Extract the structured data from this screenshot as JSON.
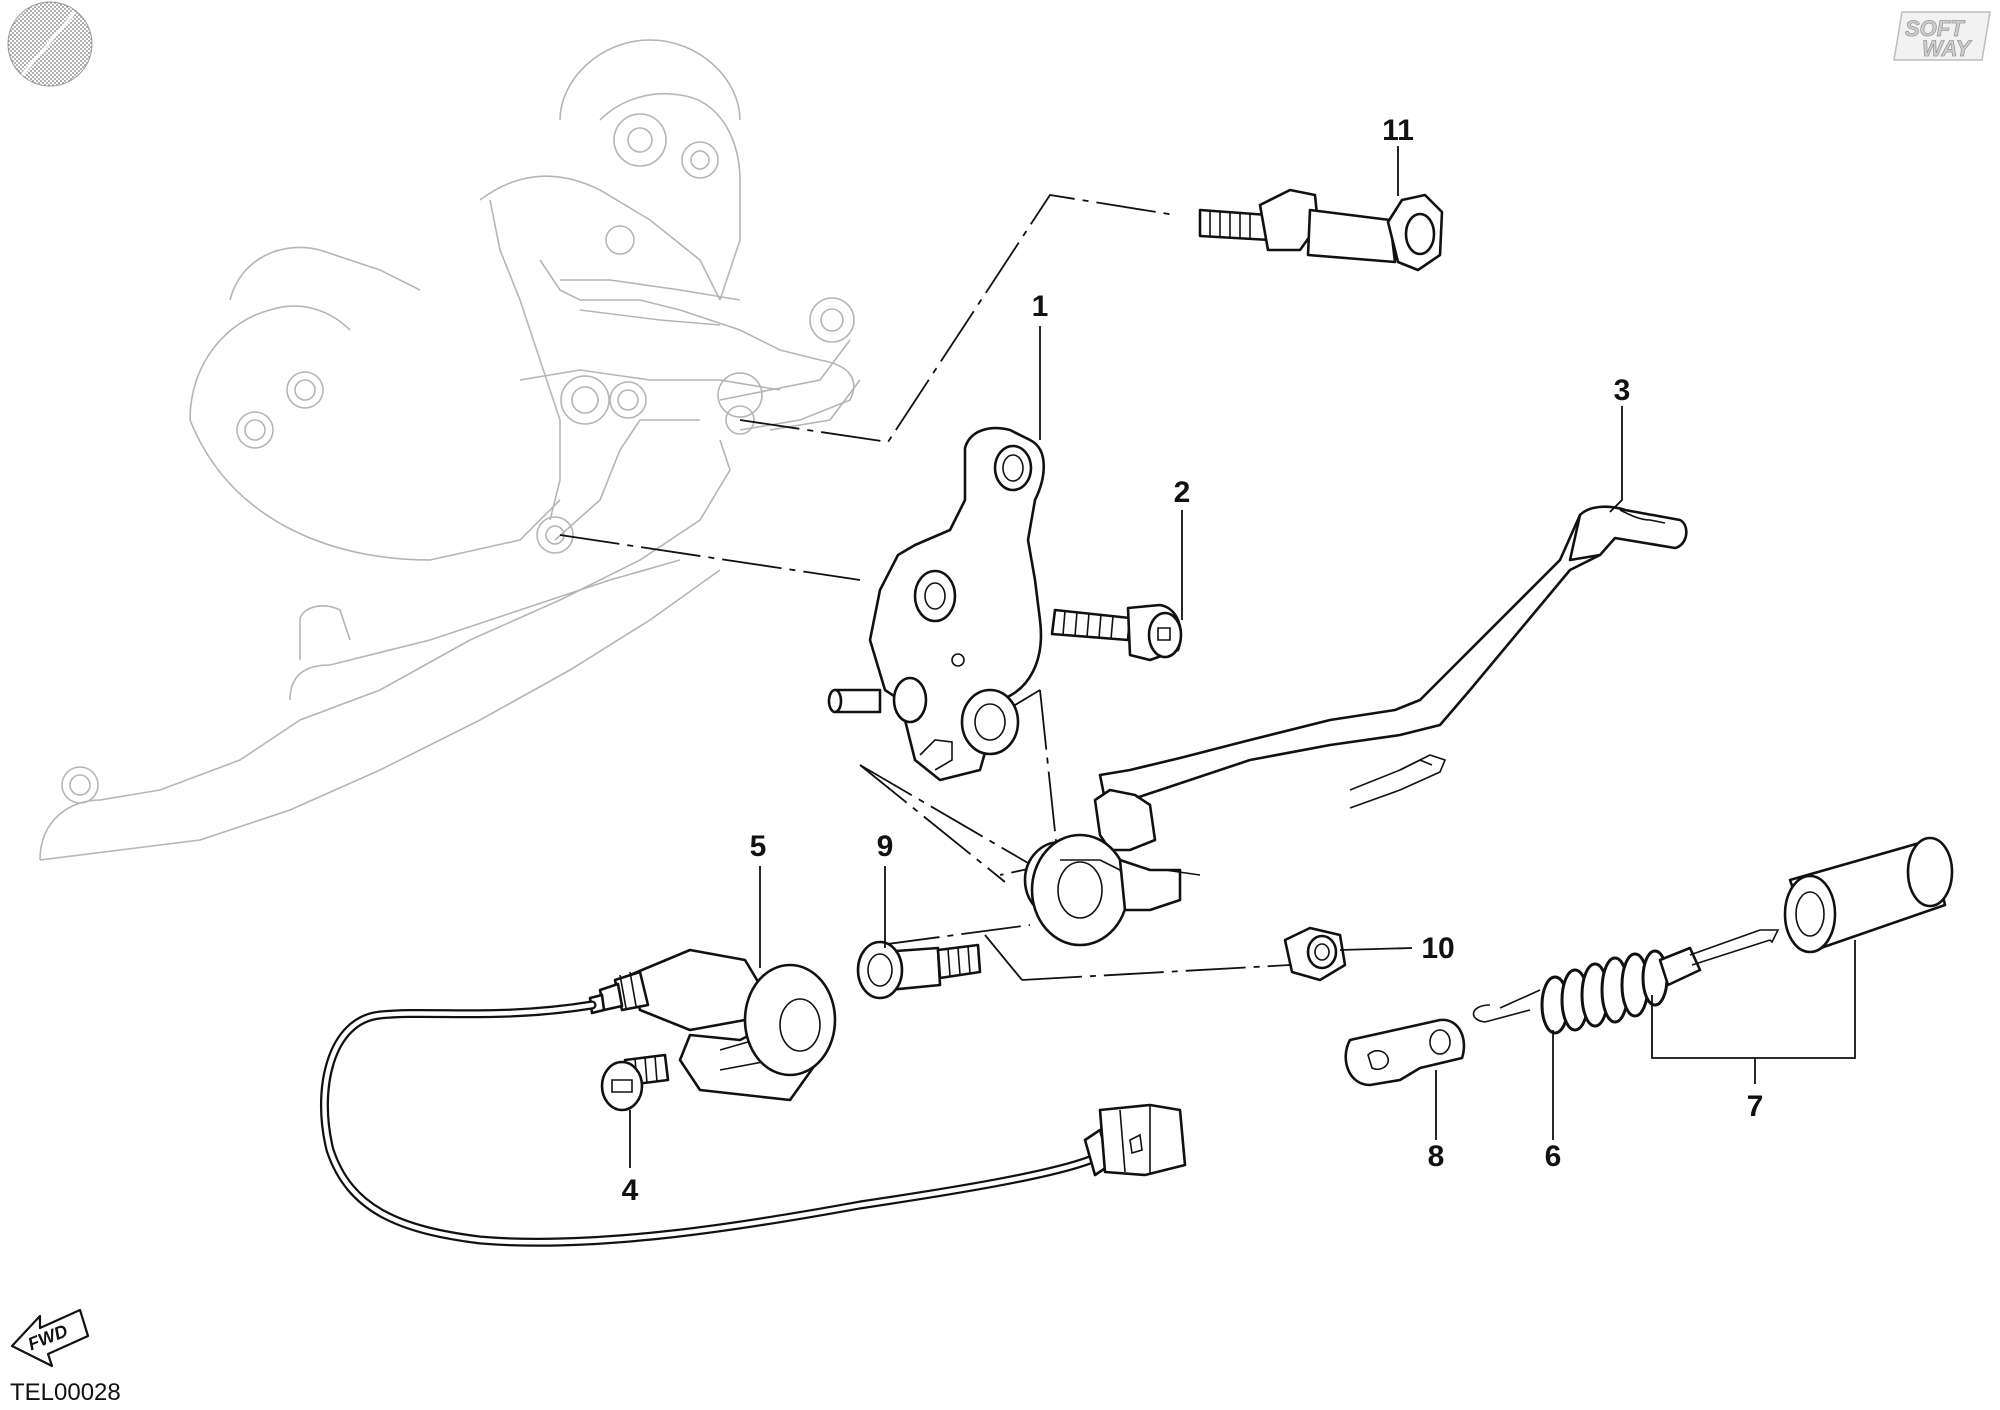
{
  "logo": {
    "line1": "SOFT",
    "line2": "WAY"
  },
  "figure_code": "TEL00028",
  "fwd_label": "FWD",
  "callouts": [
    "1",
    "2",
    "3",
    "4",
    "5",
    "6",
    "7",
    "8",
    "9",
    "10",
    "11"
  ],
  "colors": {
    "ink": "#111111",
    "ghost": "#b5b5b5",
    "logo_fill": "#cfcfcf"
  }
}
